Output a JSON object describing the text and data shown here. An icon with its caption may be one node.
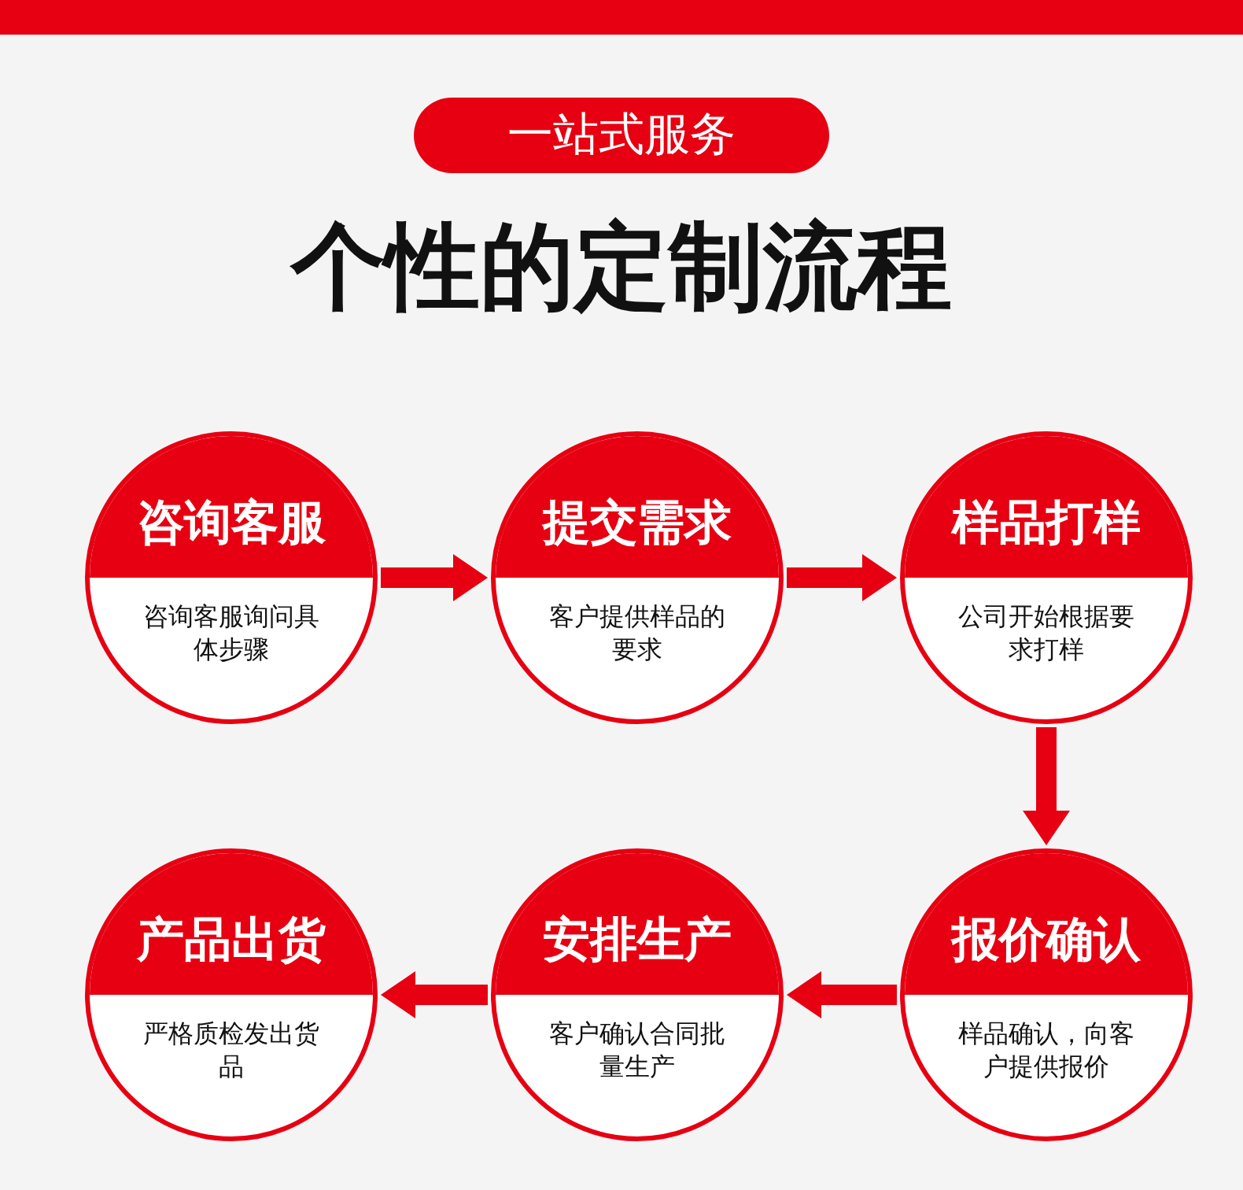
{
  "diagram": {
    "title": "个性的定制流程",
    "nodes": [
      {
        "text": [
          "一站式服务"
        ]
      },
      {
        "text": [
          "咨询客服",
          "咨询客服询问具体步骤"
        ]
      },
      {
        "text": [
          "提交需求",
          "客户提供样品的要求"
        ]
      },
      {
        "text": [
          "样品打样",
          "公司开始根据要求打样"
        ]
      },
      {
        "text": [
          "产品出货",
          "严格质检发出货品"
        ]
      },
      {
        "text": [
          "安排生产",
          "客户确认合同批量生产"
        ]
      },
      {
        "text": [
          "报价确认",
          "样品确认，向客户提供报价"
        ]
      }
    ],
    "edges": [
      {
        "from": 1,
        "to": 2,
        "arrow": "to"
      },
      {
        "from": 2,
        "to": 3,
        "arrow": "to"
      },
      {
        "from": 3,
        "to": 6,
        "arrow": "to"
      },
      {
        "from": 6,
        "to": 5,
        "arrow": "to"
      },
      {
        "from": 5,
        "to": 4,
        "arrow": "to"
      }
    ]
  }
}
